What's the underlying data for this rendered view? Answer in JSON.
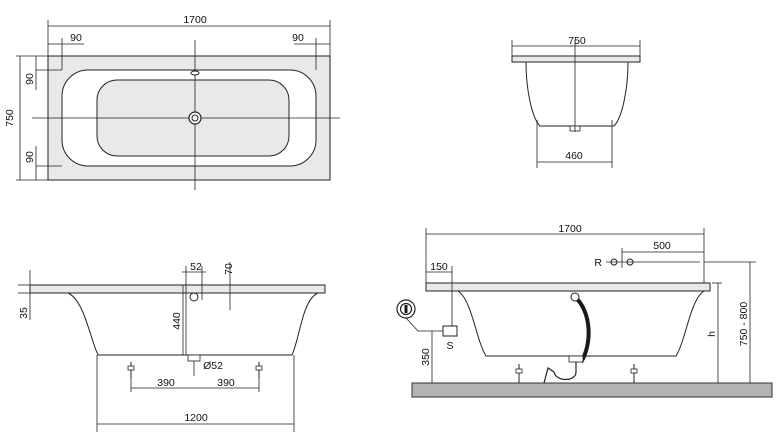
{
  "drawing": {
    "top_view": {
      "length": "1700",
      "width": "750",
      "rim_left": "90",
      "rim_right": "90",
      "rim_top": "90",
      "rim_bottom": "90"
    },
    "end_view": {
      "top_width": "750",
      "bottom_width": "460"
    },
    "side_view": {
      "rim": "35",
      "waste_offset": "52",
      "overflow_height": "70",
      "depth": "440",
      "waste_diameter": "Ø52",
      "feet_left": "390",
      "feet_right": "390",
      "base_length": "1200"
    },
    "installed_view": {
      "length": "1700",
      "tap_offset": "500",
      "tap_label": "R",
      "waste_offset": "150",
      "siphon_label": "S",
      "siphon_height": "350",
      "height_label": "h",
      "total_height": "750 - 800"
    }
  }
}
